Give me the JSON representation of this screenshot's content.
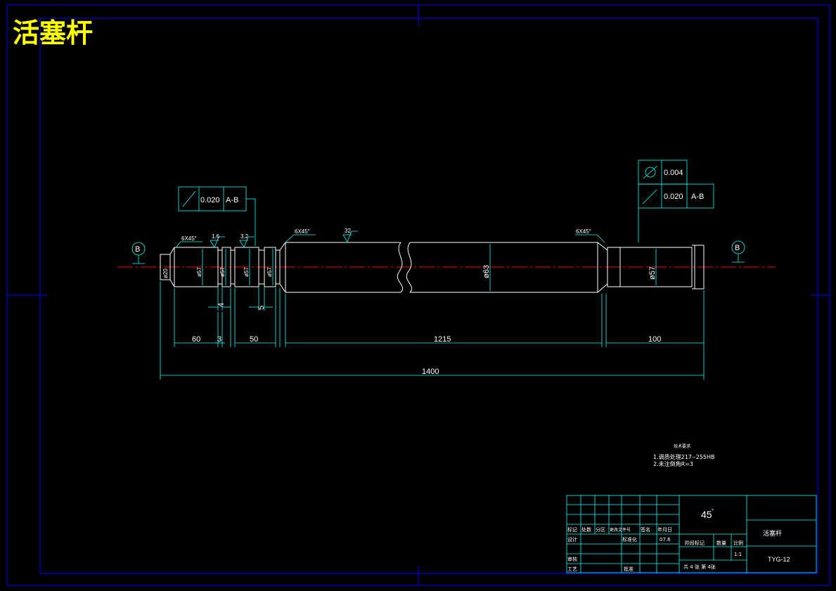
{
  "drawing_title": "活塞杆",
  "colors": {
    "background": "#000000",
    "frame": "#0000ff",
    "geometry": "#ffffff",
    "dimension": "#00ffff",
    "centerline": "#ff0000",
    "title": "#ffff00"
  },
  "datums": {
    "left": "B",
    "right": "B"
  },
  "frames": {
    "left_runout_tol": "0.020",
    "left_runout_ref": "A-B",
    "right_cyl_tol": "0.004",
    "right_runout_tol": "0.020",
    "right_runout_ref": "A-B"
  },
  "chamfers": {
    "left": "6X45°",
    "mid": "6X45°",
    "right": "6X45°"
  },
  "roughness": {
    "r1": "1.6",
    "r2": "3.2",
    "r3": "32"
  },
  "diameters": {
    "d20": "ø20",
    "d57a": "ø57",
    "d57b": "ø57",
    "d57c": "ø57",
    "d57d": "ø57",
    "d63": "ø63",
    "d57e": "ø57"
  },
  "dims": {
    "d60": "60",
    "d3": "3",
    "d50": "50",
    "d4": "4",
    "d5": "5",
    "d1215": "1215",
    "d100": "100",
    "d1400": "1400"
  },
  "notes": {
    "heading": "技术要求",
    "line1": "1.调质处理217--255HB",
    "line2": "2.未注倒角R=3"
  },
  "title_block": {
    "material": "45",
    "material_mark": "°",
    "part_name": "活塞杆",
    "drawing_no": "TYG-12",
    "scale": "1:1",
    "scale_label": "比例",
    "qty_label": "数量",
    "stage_label": "阶段标记",
    "sheets": "共 4 张 第 4张",
    "h_mark": "标记",
    "h_count": "处数",
    "h_zone": "分区",
    "h_doc": "更改文件号",
    "h_sign": "签名",
    "h_date": "年月日",
    "design": "设计",
    "standard": "标准化",
    "date": "07.6",
    "review": "审核",
    "process": "工艺",
    "approve": "批准"
  }
}
